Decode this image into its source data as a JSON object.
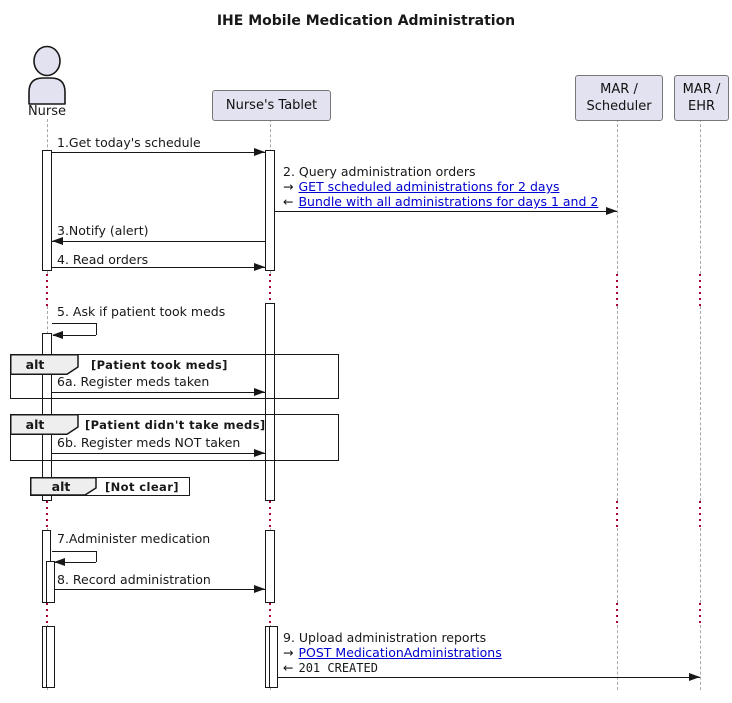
{
  "title": "IHE Mobile Medication Administration",
  "participants": {
    "nurse": {
      "label": "Nurse"
    },
    "tablet": {
      "label": "Nurse's Tablet"
    },
    "scheduler": {
      "label_line1": "MAR /",
      "label_line2": "Scheduler"
    },
    "ehr": {
      "label_line1": "MAR /",
      "label_line2": "EHR"
    }
  },
  "messages": {
    "m1": {
      "label": "1.Get today's schedule"
    },
    "m2": {
      "label": "2. Query administration orders",
      "request_prefix": "→",
      "request_link": "GET scheduled administrations for 2 days",
      "response_prefix": "←",
      "response_link": "Bundle with all administrations for days 1 and 2"
    },
    "m3": {
      "label": "3.Notify (alert)"
    },
    "m4": {
      "label": "4. Read orders"
    },
    "m5": {
      "label": "5. Ask if patient took meds"
    },
    "m6a": {
      "label": "6a. Register meds taken"
    },
    "m6b": {
      "label": "6b. Register meds NOT taken"
    },
    "m7": {
      "label": "7.Administer medication"
    },
    "m8": {
      "label": "8. Record administration"
    },
    "m9": {
      "label": "9. Upload administration reports",
      "request_prefix": "→",
      "request_link": "POST MedicationAdministrations",
      "response_prefix": "←",
      "response_code": "201 CREATED"
    }
  },
  "frames": {
    "alt1": {
      "operator": "alt",
      "guard": "[Patient took meds]"
    },
    "alt2": {
      "operator": "alt",
      "guard": "[Patient didn't take meds]"
    },
    "alt3": {
      "operator": "alt",
      "guard": "[Not clear]"
    }
  },
  "colors": {
    "participant_fill": "#E2E2F0",
    "participant_border": "#777777",
    "frame_border": "#181818",
    "lifeline_gray": "#A8A8A8",
    "delay_dot_red": "#A80036",
    "link_blue": "#0000D0",
    "operator_header_fill": "#EEEEEE"
  }
}
